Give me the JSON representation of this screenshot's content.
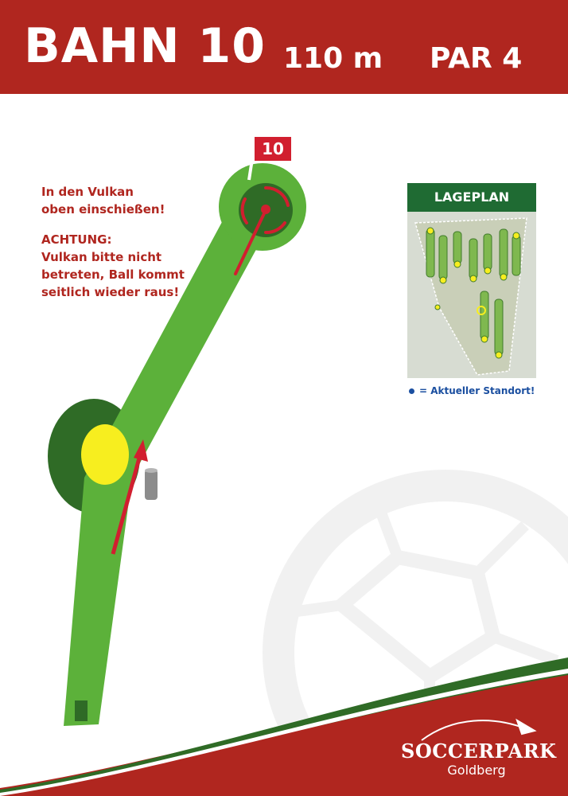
{
  "header": {
    "title": "BAHN 10",
    "distance": "110 m",
    "par": "PAR 4"
  },
  "hole_flag": "10",
  "instructions": {
    "line1": "In den Vulkan",
    "line2": "oben einschießen!",
    "warning_heading": "ACHTUNG:",
    "warning_line1": "Vulkan bitte nicht",
    "warning_line2": "betreten, Ball kommt",
    "warning_line3": "seitlich wieder raus!"
  },
  "lageplan": {
    "title": "LAGEPLAN",
    "legend": "= Aktueller Standort!"
  },
  "brand": {
    "name": "SOCCERPARK",
    "subtitle": "Goldberg"
  },
  "colors": {
    "header_red": "#b0261f",
    "fairway_green": "#5cb13a",
    "dark_green": "#2f6b26",
    "arrow_red": "#d11f2f",
    "hazard_yellow": "#f7ee1f",
    "map_green_header": "#1f6b33",
    "legend_blue": "#1b4fa0"
  }
}
